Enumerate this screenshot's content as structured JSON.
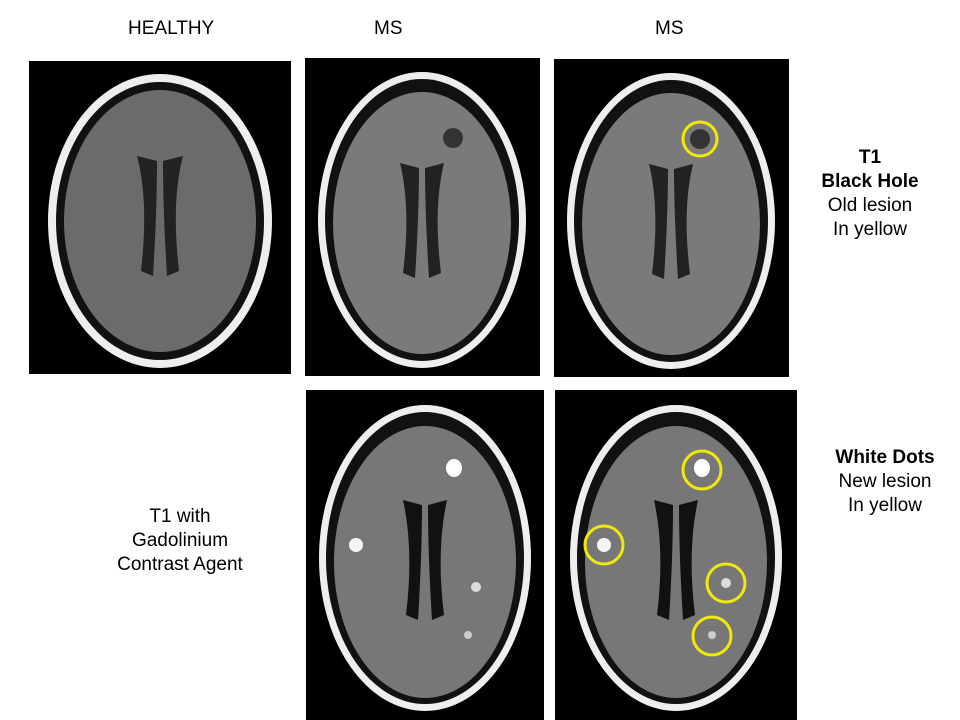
{
  "headers": {
    "col1": "HEALTHY",
    "col2": "MS",
    "col3": "MS"
  },
  "row1_label": {
    "line1": "T1",
    "line2": "Black Hole",
    "line3": "Old lesion",
    "line4": "In yellow"
  },
  "row2_label": {
    "line1": "White Dots",
    "line2": "New lesion",
    "line3": "In yellow"
  },
  "left_label": {
    "line1": "T1 with",
    "line2": "Gadolinium",
    "line3": "Contrast Agent"
  },
  "colors": {
    "highlight": "#f0e80a",
    "background": "#ffffff",
    "scan_bg": "#000000"
  }
}
